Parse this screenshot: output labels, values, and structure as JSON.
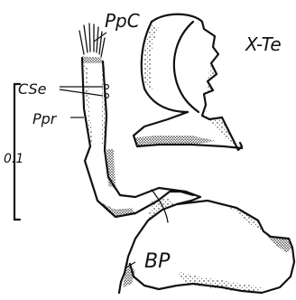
{
  "figure": {
    "labels": {
      "ppc": "PpC",
      "x_te": "X-Te",
      "cse": "CSe",
      "ppr": "Ppr",
      "scale": "0.1",
      "bp": "BP"
    },
    "colors": {
      "ink": "#111111",
      "background": "#ffffff"
    }
  }
}
